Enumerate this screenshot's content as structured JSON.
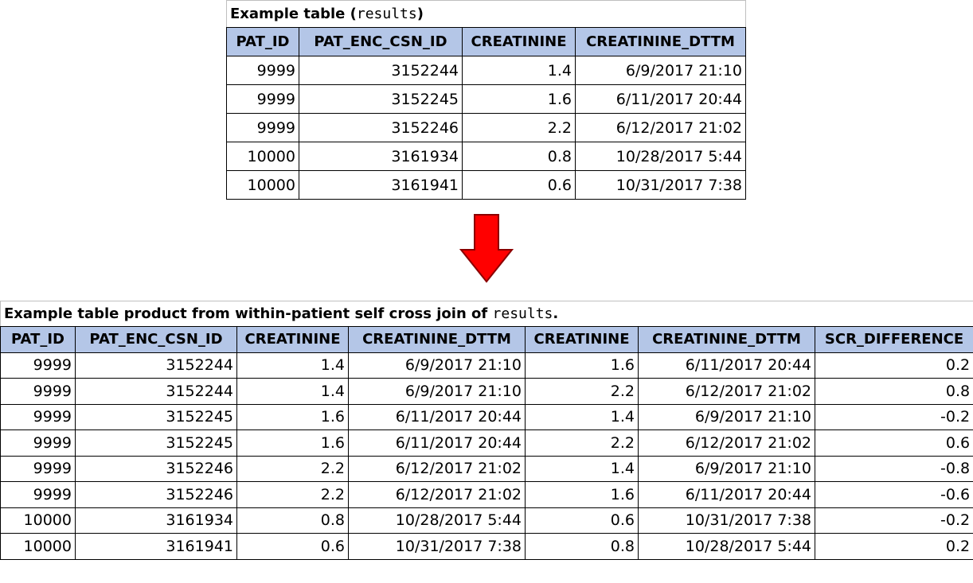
{
  "colors": {
    "header_bg": "#b4c6e7",
    "arrow_fill": "#ff0000",
    "arrow_stroke": "#8b0000"
  },
  "table1": {
    "caption_prefix": "Example table (",
    "caption_code": "results",
    "caption_suffix": ")",
    "columns": [
      "PAT_ID",
      "PAT_ENC_CSN_ID",
      "CREATININE",
      "CREATININE_DTTM"
    ],
    "rows": [
      [
        "9999",
        "3152244",
        "1.4",
        "6/9/2017 21:10"
      ],
      [
        "9999",
        "3152245",
        "1.6",
        "6/11/2017 20:44"
      ],
      [
        "9999",
        "3152246",
        "2.2",
        "6/12/2017 21:02"
      ],
      [
        "10000",
        "3161934",
        "0.8",
        "10/28/2017 5:44"
      ],
      [
        "10000",
        "3161941",
        "0.6",
        "10/31/2017 7:38"
      ]
    ]
  },
  "arrow_icon": "down-arrow-icon",
  "table2": {
    "caption_prefix": "Example table product from within-patient self cross join of ",
    "caption_code": "results",
    "caption_suffix": ".",
    "columns": [
      "PAT_ID",
      "PAT_ENC_CSN_ID",
      "CREATININE",
      "CREATININE_DTTM",
      "CREATININE",
      "CREATININE_DTTM",
      "SCR_DIFFERENCE"
    ],
    "rows": [
      [
        "9999",
        "3152244",
        "1.4",
        "6/9/2017 21:10",
        "1.6",
        "6/11/2017 20:44",
        "0.2"
      ],
      [
        "9999",
        "3152244",
        "1.4",
        "6/9/2017 21:10",
        "2.2",
        "6/12/2017 21:02",
        "0.8"
      ],
      [
        "9999",
        "3152245",
        "1.6",
        "6/11/2017 20:44",
        "1.4",
        "6/9/2017 21:10",
        "-0.2"
      ],
      [
        "9999",
        "3152245",
        "1.6",
        "6/11/2017 20:44",
        "2.2",
        "6/12/2017 21:02",
        "0.6"
      ],
      [
        "9999",
        "3152246",
        "2.2",
        "6/12/2017 21:02",
        "1.4",
        "6/9/2017 21:10",
        "-0.8"
      ],
      [
        "9999",
        "3152246",
        "2.2",
        "6/12/2017 21:02",
        "1.6",
        "6/11/2017 20:44",
        "-0.6"
      ],
      [
        "10000",
        "3161934",
        "0.8",
        "10/28/2017 5:44",
        "0.6",
        "10/31/2017 7:38",
        "-0.2"
      ],
      [
        "10000",
        "3161941",
        "0.6",
        "10/31/2017 7:38",
        "0.8",
        "10/28/2017 5:44",
        "0.2"
      ]
    ]
  }
}
